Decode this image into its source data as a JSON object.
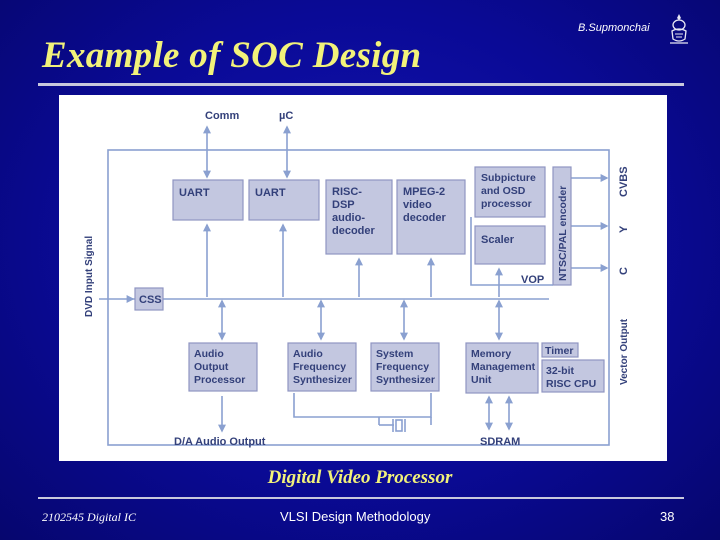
{
  "slide": {
    "title": "Example of SOC Design",
    "author": "B.Supmonchai",
    "caption": "Digital Video Processor",
    "footer_left": "2102545 Digital IC",
    "footer_center": "VLSI Design Methodology",
    "page_number": "38"
  },
  "diagram": {
    "top_labels": {
      "comm": "Comm",
      "uc": "µC"
    },
    "left_label": "DVD Input Signal",
    "right_label": "Vector Output",
    "outputs": {
      "cvbs": "CVBS",
      "y": "Y",
      "c": "C"
    },
    "blocks": {
      "uart1": [
        "UART"
      ],
      "uart2": [
        "UART"
      ],
      "risc_dsp": [
        "RISC-",
        "DSP",
        "audio-",
        "decoder"
      ],
      "mpeg2": [
        "MPEG-2",
        "video",
        "decoder"
      ],
      "subpicture": [
        "Subpicture",
        "and OSD",
        "processor"
      ],
      "scaler": [
        "Scaler"
      ],
      "encoder": "NTSC/PAL encoder",
      "vop": "VOP",
      "css": "CSS",
      "audio_out_proc": [
        "Audio",
        "Output",
        "Processor"
      ],
      "audio_freq": [
        "Audio",
        "Frequency",
        "Synthesizer"
      ],
      "system_freq": [
        "System",
        "Frequency",
        "Synthesizer"
      ],
      "memory_mgmt": [
        "Memory",
        "Management",
        "Unit"
      ],
      "timer": "Timer",
      "risc_cpu": [
        "32-bit",
        "RISC CPU"
      ]
    },
    "bottom_labels": {
      "da_audio": "D/A Audio Output",
      "sdram": "SDRAM"
    }
  },
  "colors": {
    "background": "#0a0a8c",
    "title": "#f2f27a",
    "block_fill": "#c3c7e0",
    "lines": "#8aa0d0",
    "text_dark": "#33407a"
  }
}
